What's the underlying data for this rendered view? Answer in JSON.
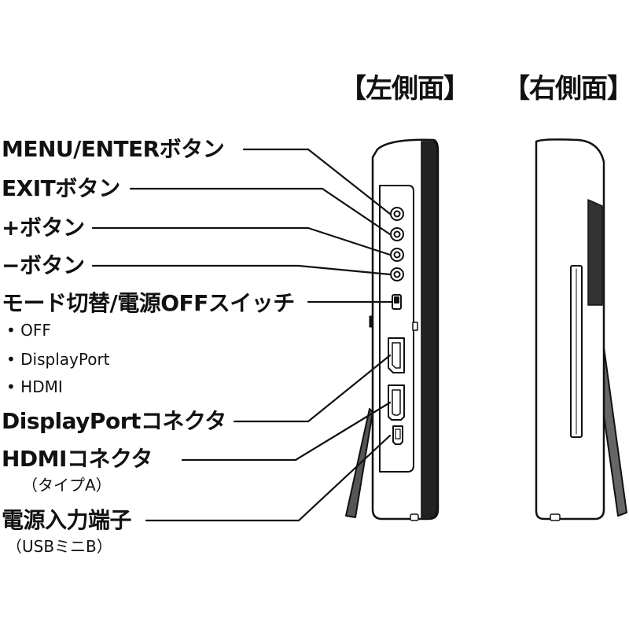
{
  "views": {
    "left": "【左側面】",
    "right": "【右側面】"
  },
  "labels": {
    "menu_enter": "MENU/ENTERボタン",
    "exit": "EXITボタン",
    "plus": "+ボタン",
    "minus": "−ボタン",
    "mode_switch": "モード切替/電源OFFスイッチ",
    "opt_off": "• OFF",
    "opt_displayport": "• DisplayPort",
    "opt_hdmi": "• HDMI",
    "displayport": "DisplayPortコネクタ",
    "hdmi": "HDMIコネクタ",
    "hdmi_note": "（タイプA）",
    "power_in": "電源入力端子",
    "power_note": "（USBミニB）"
  }
}
